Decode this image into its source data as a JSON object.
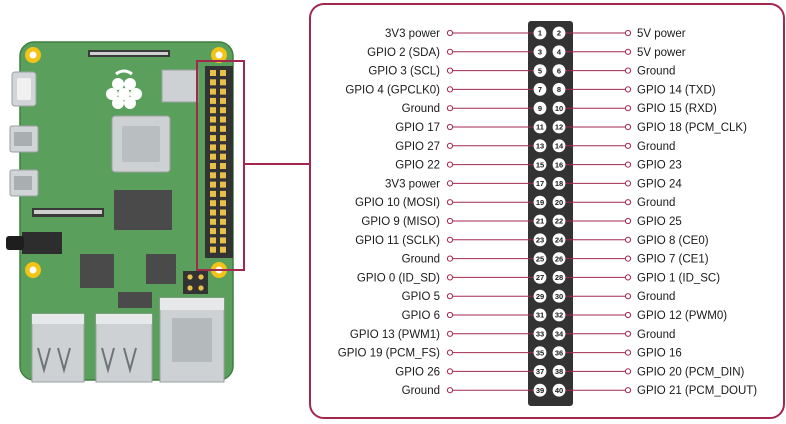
{
  "colors": {
    "accent": "#a3284d",
    "board": "#5aa05c",
    "board_dark": "#3f7f41",
    "mount_hole": "#f3c315",
    "chip": "#4a4a4a",
    "silver": "#cdd1d3",
    "header_bg": "#333333",
    "pin_circle": "#ffffff"
  },
  "pins": [
    {
      "number": "1",
      "label": "3V3 power"
    },
    {
      "number": "2",
      "label": "5V power"
    },
    {
      "number": "3",
      "label": "GPIO 2 (SDA)"
    },
    {
      "number": "4",
      "label": "5V power"
    },
    {
      "number": "5",
      "label": "GPIO 3 (SCL)"
    },
    {
      "number": "6",
      "label": "Ground"
    },
    {
      "number": "7",
      "label": "GPIO 4 (GPCLK0)"
    },
    {
      "number": "8",
      "label": "GPIO 14 (TXD)"
    },
    {
      "number": "9",
      "label": "Ground"
    },
    {
      "number": "10",
      "label": "GPIO 15 (RXD)"
    },
    {
      "number": "11",
      "label": "GPIO 17"
    },
    {
      "number": "12",
      "label": "GPIO 18 (PCM_CLK)"
    },
    {
      "number": "13",
      "label": "GPIO 27"
    },
    {
      "number": "14",
      "label": "Ground"
    },
    {
      "number": "15",
      "label": "GPIO 22"
    },
    {
      "number": "16",
      "label": "GPIO 23"
    },
    {
      "number": "17",
      "label": "3V3 power"
    },
    {
      "number": "18",
      "label": "GPIO 24"
    },
    {
      "number": "19",
      "label": "GPIO 10 (MOSI)"
    },
    {
      "number": "20",
      "label": "Ground"
    },
    {
      "number": "21",
      "label": "GPIO 9 (MISO)"
    },
    {
      "number": "22",
      "label": "GPIO 25"
    },
    {
      "number": "23",
      "label": "GPIO 11 (SCLK)"
    },
    {
      "number": "24",
      "label": "GPIO 8 (CE0)"
    },
    {
      "number": "25",
      "label": "Ground"
    },
    {
      "number": "26",
      "label": "GPIO 7 (CE1)"
    },
    {
      "number": "27",
      "label": "GPIO 0 (ID_SD)"
    },
    {
      "number": "28",
      "label": "GPIO 1 (ID_SC)"
    },
    {
      "number": "29",
      "label": "GPIO 5"
    },
    {
      "number": "30",
      "label": "Ground"
    },
    {
      "number": "31",
      "label": "GPIO 6"
    },
    {
      "number": "32",
      "label": "GPIO 12 (PWM0)"
    },
    {
      "number": "33",
      "label": "GPIO 13 (PWM1)"
    },
    {
      "number": "34",
      "label": "Ground"
    },
    {
      "number": "35",
      "label": "GPIO 19 (PCM_FS)"
    },
    {
      "number": "36",
      "label": "GPIO 16"
    },
    {
      "number": "37",
      "label": "GPIO 26"
    },
    {
      "number": "38",
      "label": "GPIO 20 (PCM_DIN)"
    },
    {
      "number": "39",
      "label": "Ground"
    },
    {
      "number": "40",
      "label": "GPIO 21 (PCM_DOUT)"
    }
  ]
}
